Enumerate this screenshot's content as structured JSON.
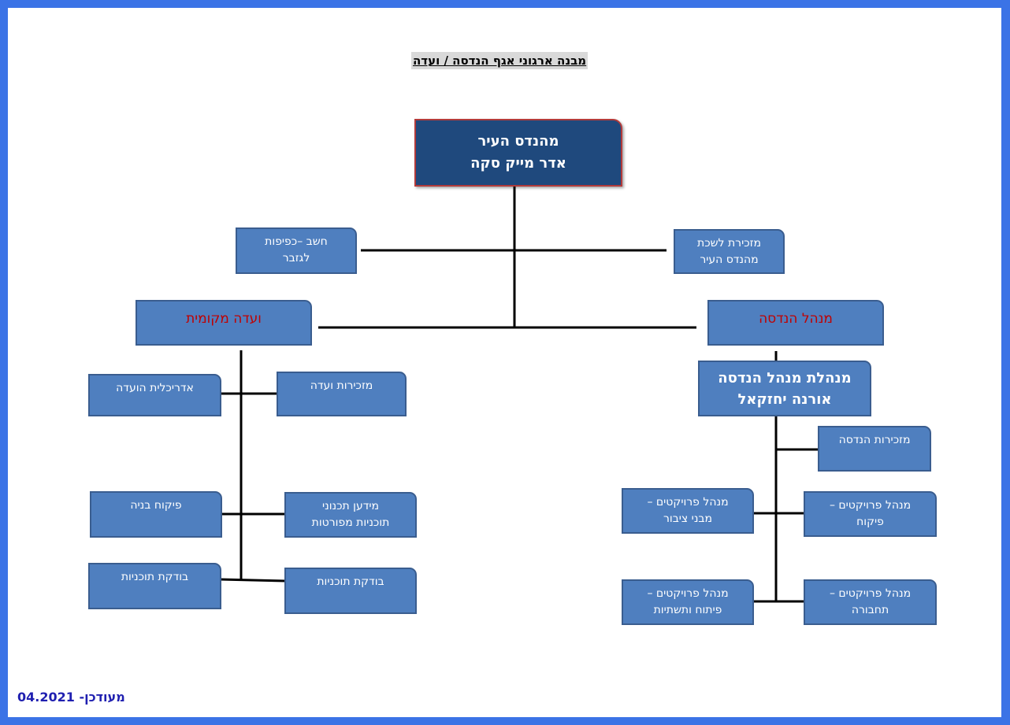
{
  "title": "מבנה ארגוני אגף הנדסה / ועדה",
  "top": {
    "line1": "מהנדס העיר",
    "line2": "אדר מייק סקה"
  },
  "accountant": {
    "line1": "חשב –כפיפות",
    "line2": "לגזבר"
  },
  "secretariat_top": {
    "line1": "מזכירת לשכת",
    "line2": "מהנדס העיר"
  },
  "committee": {
    "label": "ועדה מקומית"
  },
  "engineering": {
    "label": "מנהל הנדסה"
  },
  "committee_architect": {
    "label": "אדריכלית הועדה"
  },
  "committee_secretariat": {
    "label": "מזכירות ועדה"
  },
  "building_supervision": {
    "label": "פיקוח בניה"
  },
  "planning_info": {
    "line1": "מידען תכנוני",
    "line2": "תוכניות מפורטות"
  },
  "plan_checker_left": {
    "label": "בודקת תוכניות"
  },
  "plan_checker_right": {
    "label": "בודקת תוכניות"
  },
  "eng_manager": {
    "line1": "מנהלת מנהל הנדסה",
    "line2": "אורנה  יחזקאל"
  },
  "eng_secretariat": {
    "label": "מזכירות הנדסה"
  },
  "pm_public": {
    "line1": "מנהל פרויקטים –",
    "line2": "מבני ציבור"
  },
  "pm_supervision": {
    "line1": "מנהל פרויקטים –",
    "line2": "פיקוח"
  },
  "pm_development": {
    "line1": "מנהל פרויקטים –",
    "line2": "פיתוח ותשתיות"
  },
  "pm_transport": {
    "line1": "מנהל פרויקטים –",
    "line2": "תחבורה"
  },
  "footer": "מעודכן- 04.2021",
  "colors": {
    "frame": "#3b73e6",
    "box_fill": "#4f7fbf",
    "top_fill": "#1f497d",
    "top_border": "#b23b3b",
    "red_text": "#c00000",
    "footer_text": "#1f1fb0"
  }
}
